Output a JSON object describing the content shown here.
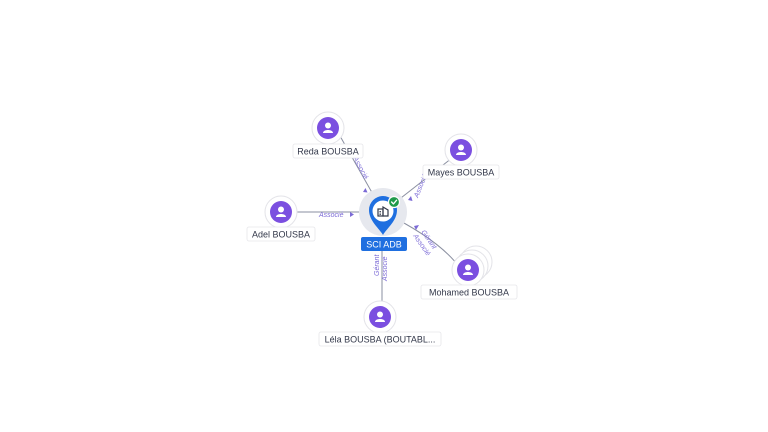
{
  "company": {
    "name": "SCI ADB",
    "icon": "building-icon",
    "status_icon": "check-badge-icon",
    "accent_color": "#1f6fe0",
    "status_color": "#1e9a4a"
  },
  "people": [
    {
      "id": "reda",
      "name": "Reda BOUSBA",
      "roles": [
        "Associé"
      ]
    },
    {
      "id": "mayes",
      "name": "Mayes BOUSBA",
      "roles": [
        "Associé"
      ]
    },
    {
      "id": "adel",
      "name": "Adel BOUSBA",
      "roles": [
        "Associé"
      ]
    },
    {
      "id": "mohamed",
      "name": "Mohamed BOUSBA",
      "roles": [
        "Gérant",
        "Associé"
      ],
      "stacked": true
    },
    {
      "id": "lela",
      "name": "Léla BOUSBA (BOUTABL...",
      "roles": [
        "Gérant",
        "Associé"
      ]
    }
  ],
  "colors": {
    "person": "#7b4fe0",
    "edge_label": "#7b6ad6"
  }
}
